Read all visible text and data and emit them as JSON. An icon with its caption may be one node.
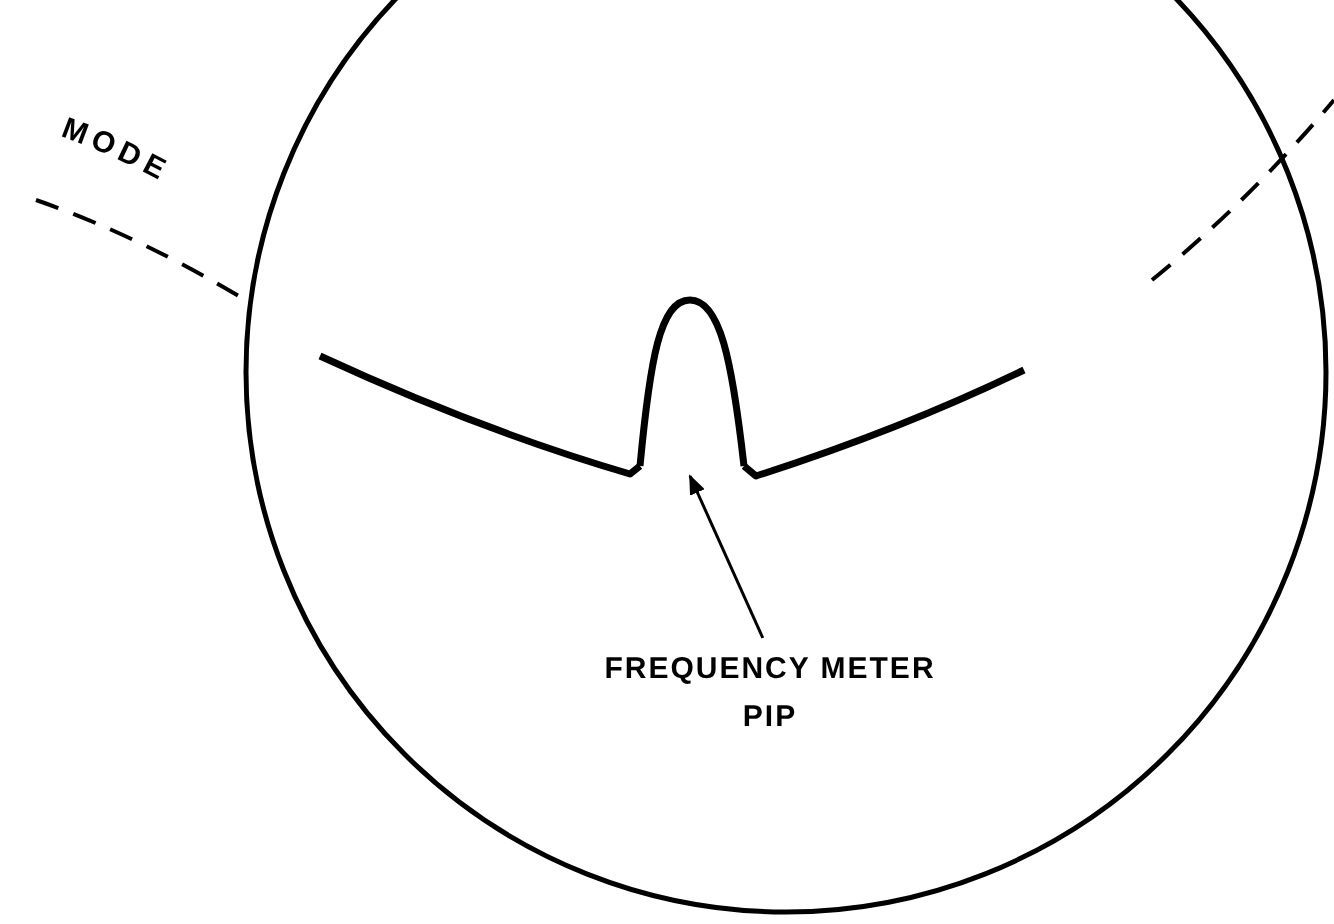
{
  "diagram": {
    "nodes": [
      {
        "text": [
          "FREQUENCY METER PIP"
        ]
      },
      {
        "text": [],
        "shape": "curve"
      }
    ],
    "edges": [
      {
        "from": 0,
        "to": 1,
        "arrow": "to"
      }
    ],
    "labels": [
      "MODE"
    ]
  }
}
